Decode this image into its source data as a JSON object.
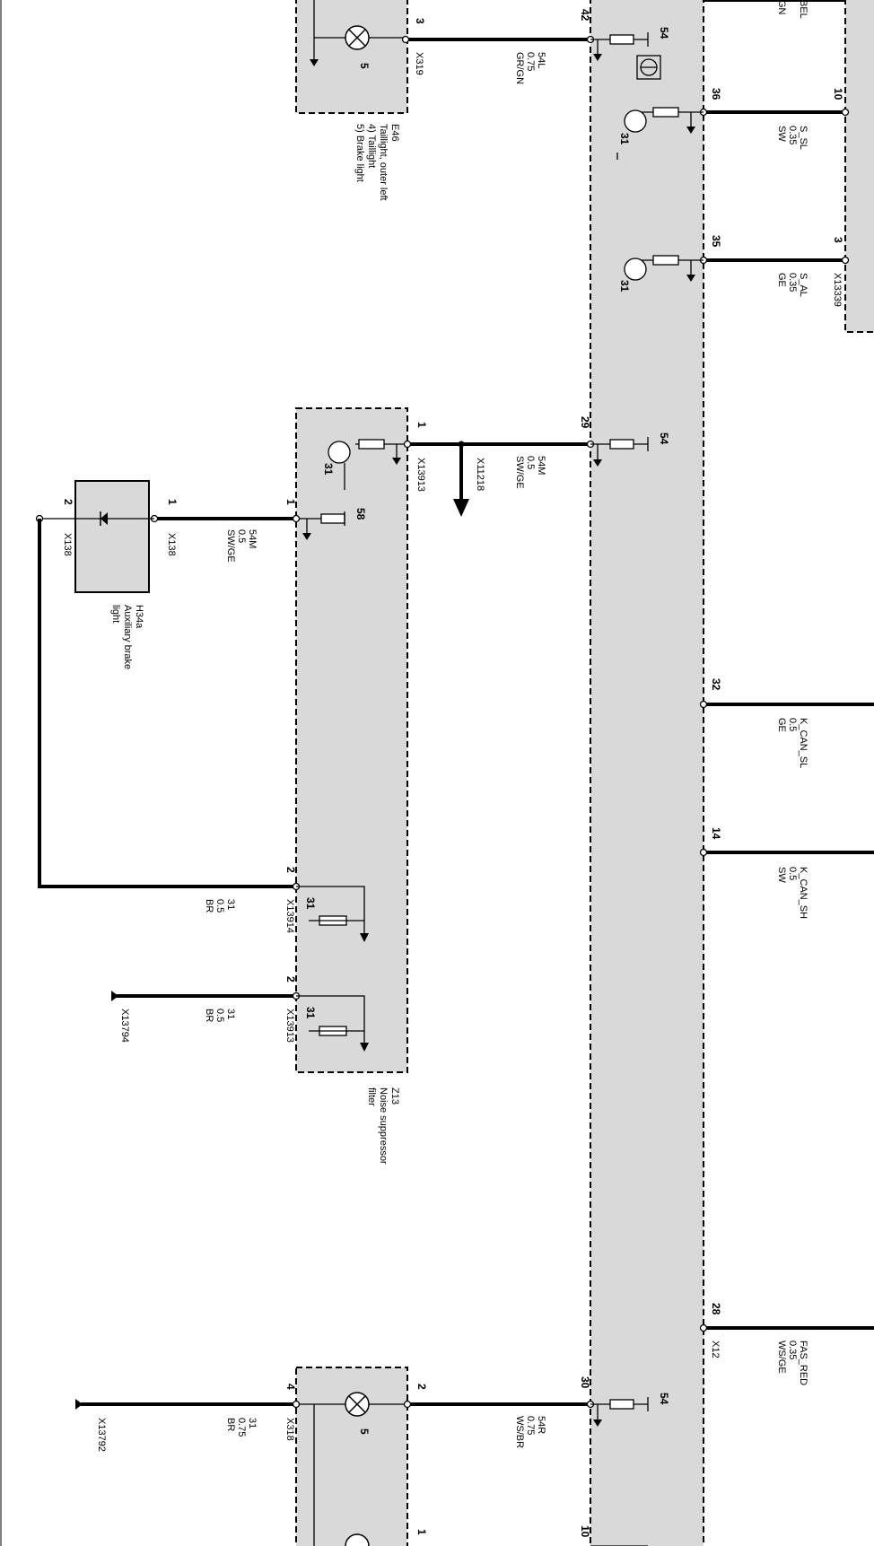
{
  "components": {
    "E46": {
      "id": "E46",
      "desc": [
        "Taillight, outer left",
        "4) Taillight",
        "5) Brake light"
      ],
      "lamp_pin": "5",
      "pin": "3",
      "conn": "X319"
    },
    "Z13": {
      "id": "Z13",
      "desc": [
        "Noise suppressor",
        "filter"
      ]
    },
    "H34a": {
      "id": "H34a",
      "desc": [
        "Auxiliary brake",
        "light"
      ],
      "pin1": "1",
      "pin2": "2",
      "conn1": "X138",
      "conn2": "X138"
    },
    "E46R": {
      "lamp_pin": "5",
      "pin_in": "2",
      "pin_out": "4",
      "conn": "X318",
      "next_pin": "1"
    }
  },
  "module_pins": [
    "42",
    "36",
    "35",
    "29",
    "32",
    "14",
    "28",
    "30",
    "10"
  ],
  "right_pins": [
    "10",
    "3"
  ],
  "right_conn": "X13339",
  "x12": "X12",
  "module_marks": {
    "m54_1": "54",
    "m54_2": "54",
    "m54_3": "54",
    "m31_1": "31",
    "m31_2": "31"
  },
  "wires": {
    "w1": [
      "54L",
      "0.75",
      "GR/GN"
    ],
    "w2": [
      "S_SL",
      "0.35",
      "SW"
    ],
    "w3": [
      "S_AL",
      "0.35",
      "GE"
    ],
    "w4": [
      "54M",
      "0.5",
      "SW/GE"
    ],
    "w5": [
      "54M",
      "0.5",
      "SW/GE"
    ],
    "w6": [
      "K_CAN_SL",
      "0.5",
      "GE"
    ],
    "w7": [
      "K_CAN_SH",
      "0.5",
      "SW"
    ],
    "w8": [
      "31",
      "0.5",
      "BR"
    ],
    "w9": [
      "31",
      "0.5",
      "BR"
    ],
    "w10": [
      "FAS_RED",
      "0.35",
      "WS/GE"
    ],
    "w11": [
      "54R",
      "0.75",
      "WS/BR"
    ],
    "w12": [
      "31",
      "0.75",
      "BR"
    ]
  },
  "z13": {
    "pin1": "1",
    "conn1": "X13913",
    "mark58": "58",
    "mark31a": "31",
    "pin1b": "1",
    "pin2a": "2",
    "conn2a": "X13914",
    "mark31b": "31",
    "pin2b": "2",
    "conn2b": "X13913",
    "mark31c": "31"
  },
  "splice": "X11218",
  "grounds": {
    "g1": "X13794",
    "g2": "X13792"
  },
  "top_partial": {
    "t1": "BEL",
    "t2": "GN"
  }
}
